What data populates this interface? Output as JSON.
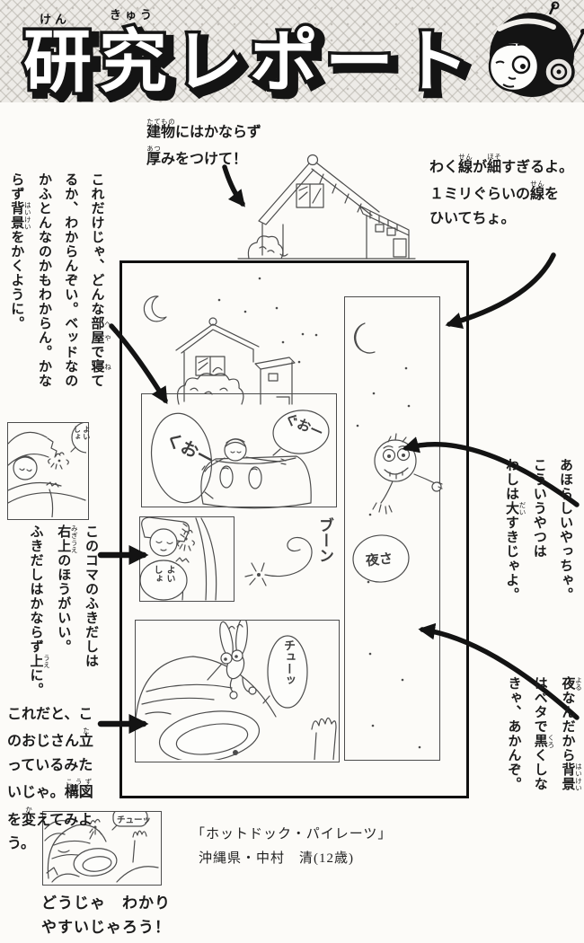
{
  "banner": {
    "title": "研究レポート",
    "furigana_ken": "けん",
    "furigana_kyuu": "きゅう",
    "icon": "helmet-boy-icon",
    "pattern_color": "#edebe7",
    "ink_color": "#141414"
  },
  "annotations": {
    "building": {
      "lines": [
        [
          {
            "t": "建物",
            "r": "たてもの"
          },
          {
            "t": "にはかならず"
          }
        ],
        [
          {
            "t": "厚",
            "r": "あつ"
          },
          {
            "t": "みをつけて！"
          }
        ]
      ]
    },
    "frame_line": {
      "lines": [
        [
          {
            "t": "わく"
          },
          {
            "t": "線",
            "r": "せん"
          },
          {
            "t": "が"
          },
          {
            "t": "細",
            "r": "ほそ"
          },
          {
            "t": "すぎるよ。"
          }
        ],
        [
          {
            "t": "１ミリぐらいの"
          },
          {
            "t": "線",
            "r": "せん"
          },
          {
            "t": "を"
          }
        ],
        [
          {
            "t": "ひいてちょ。"
          }
        ]
      ]
    },
    "background_needed": {
      "lines": [
        [
          {
            "t": "これだけじゃ、どんな"
          },
          {
            "t": "部屋",
            "r": "へや"
          },
          {
            "t": "で"
          },
          {
            "t": "寝",
            "r": "ね"
          },
          {
            "t": "て"
          }
        ],
        [
          {
            "t": "るか、わからんぞい。ベッドなの"
          }
        ],
        [
          {
            "t": "かふとんなのかもわからん。かな"
          }
        ],
        [
          {
            "t": "らず"
          },
          {
            "t": "背景",
            "r": "はいけい"
          },
          {
            "t": "をかくように。"
          }
        ]
      ]
    },
    "bubble_position": {
      "lines": [
        [
          {
            "t": "このコマのふきだしは"
          }
        ],
        [
          {
            "t": "右上",
            "r": "みぎうえ"
          },
          {
            "t": "のほうがいい。"
          }
        ],
        [
          {
            "t": "ふきだしはかならず"
          },
          {
            "t": "上",
            "r": "うえ"
          },
          {
            "t": "に。"
          }
        ]
      ]
    },
    "composition": {
      "lines": [
        [
          {
            "t": "これだと、こ"
          }
        ],
        [
          {
            "t": "のおじさん"
          },
          {
            "t": "立",
            "r": "た"
          }
        ],
        [
          {
            "t": "っているみた"
          }
        ],
        [
          {
            "t": "いじゃ。"
          },
          {
            "t": "構図",
            "r": "こうず"
          }
        ],
        [
          {
            "t": "を"
          },
          {
            "t": "変",
            "r": "か"
          },
          {
            "t": "えてみよ"
          }
        ],
        [
          {
            "t": "う。"
          }
        ]
      ]
    },
    "love_it": {
      "lines": [
        [
          {
            "t": "あほらしいやっちゃ。"
          }
        ],
        [
          {
            "t": "こういうやつは"
          }
        ],
        [
          {
            "t": "わしは"
          },
          {
            "t": "大",
            "r": "だい"
          },
          {
            "t": "すきじゃよ。"
          }
        ]
      ]
    },
    "night_black": {
      "lines": [
        [
          {
            "t": "夜",
            "r": "よる"
          },
          {
            "t": "なんだから"
          },
          {
            "t": "背景",
            "r": "はいけい"
          }
        ],
        [
          {
            "t": "はベタで"
          },
          {
            "t": "黒",
            "r": "くろ"
          },
          {
            "t": "くしな"
          }
        ],
        [
          {
            "t": "きゃ、あかんぞ。"
          }
        ]
      ]
    },
    "conclusion": {
      "lines": [
        [
          {
            "t": "どうじゃ　わかり"
          }
        ],
        [
          {
            "t": "やすいじゃろう！"
          }
        ]
      ]
    }
  },
  "sfx": {
    "kuo": "くおー",
    "guo": "ぐおー",
    "yoisho": "よい\nしょ",
    "boon": "ブーン",
    "chu_main": "チューッ",
    "yoru_sa": "夜さ",
    "chu_example": "チューッ",
    "yoisho_example": "よい\nしょ"
  },
  "credit": {
    "work": "「ホットドック・パイレーツ」",
    "author": "沖縄県・中村　清(12歳)"
  }
}
